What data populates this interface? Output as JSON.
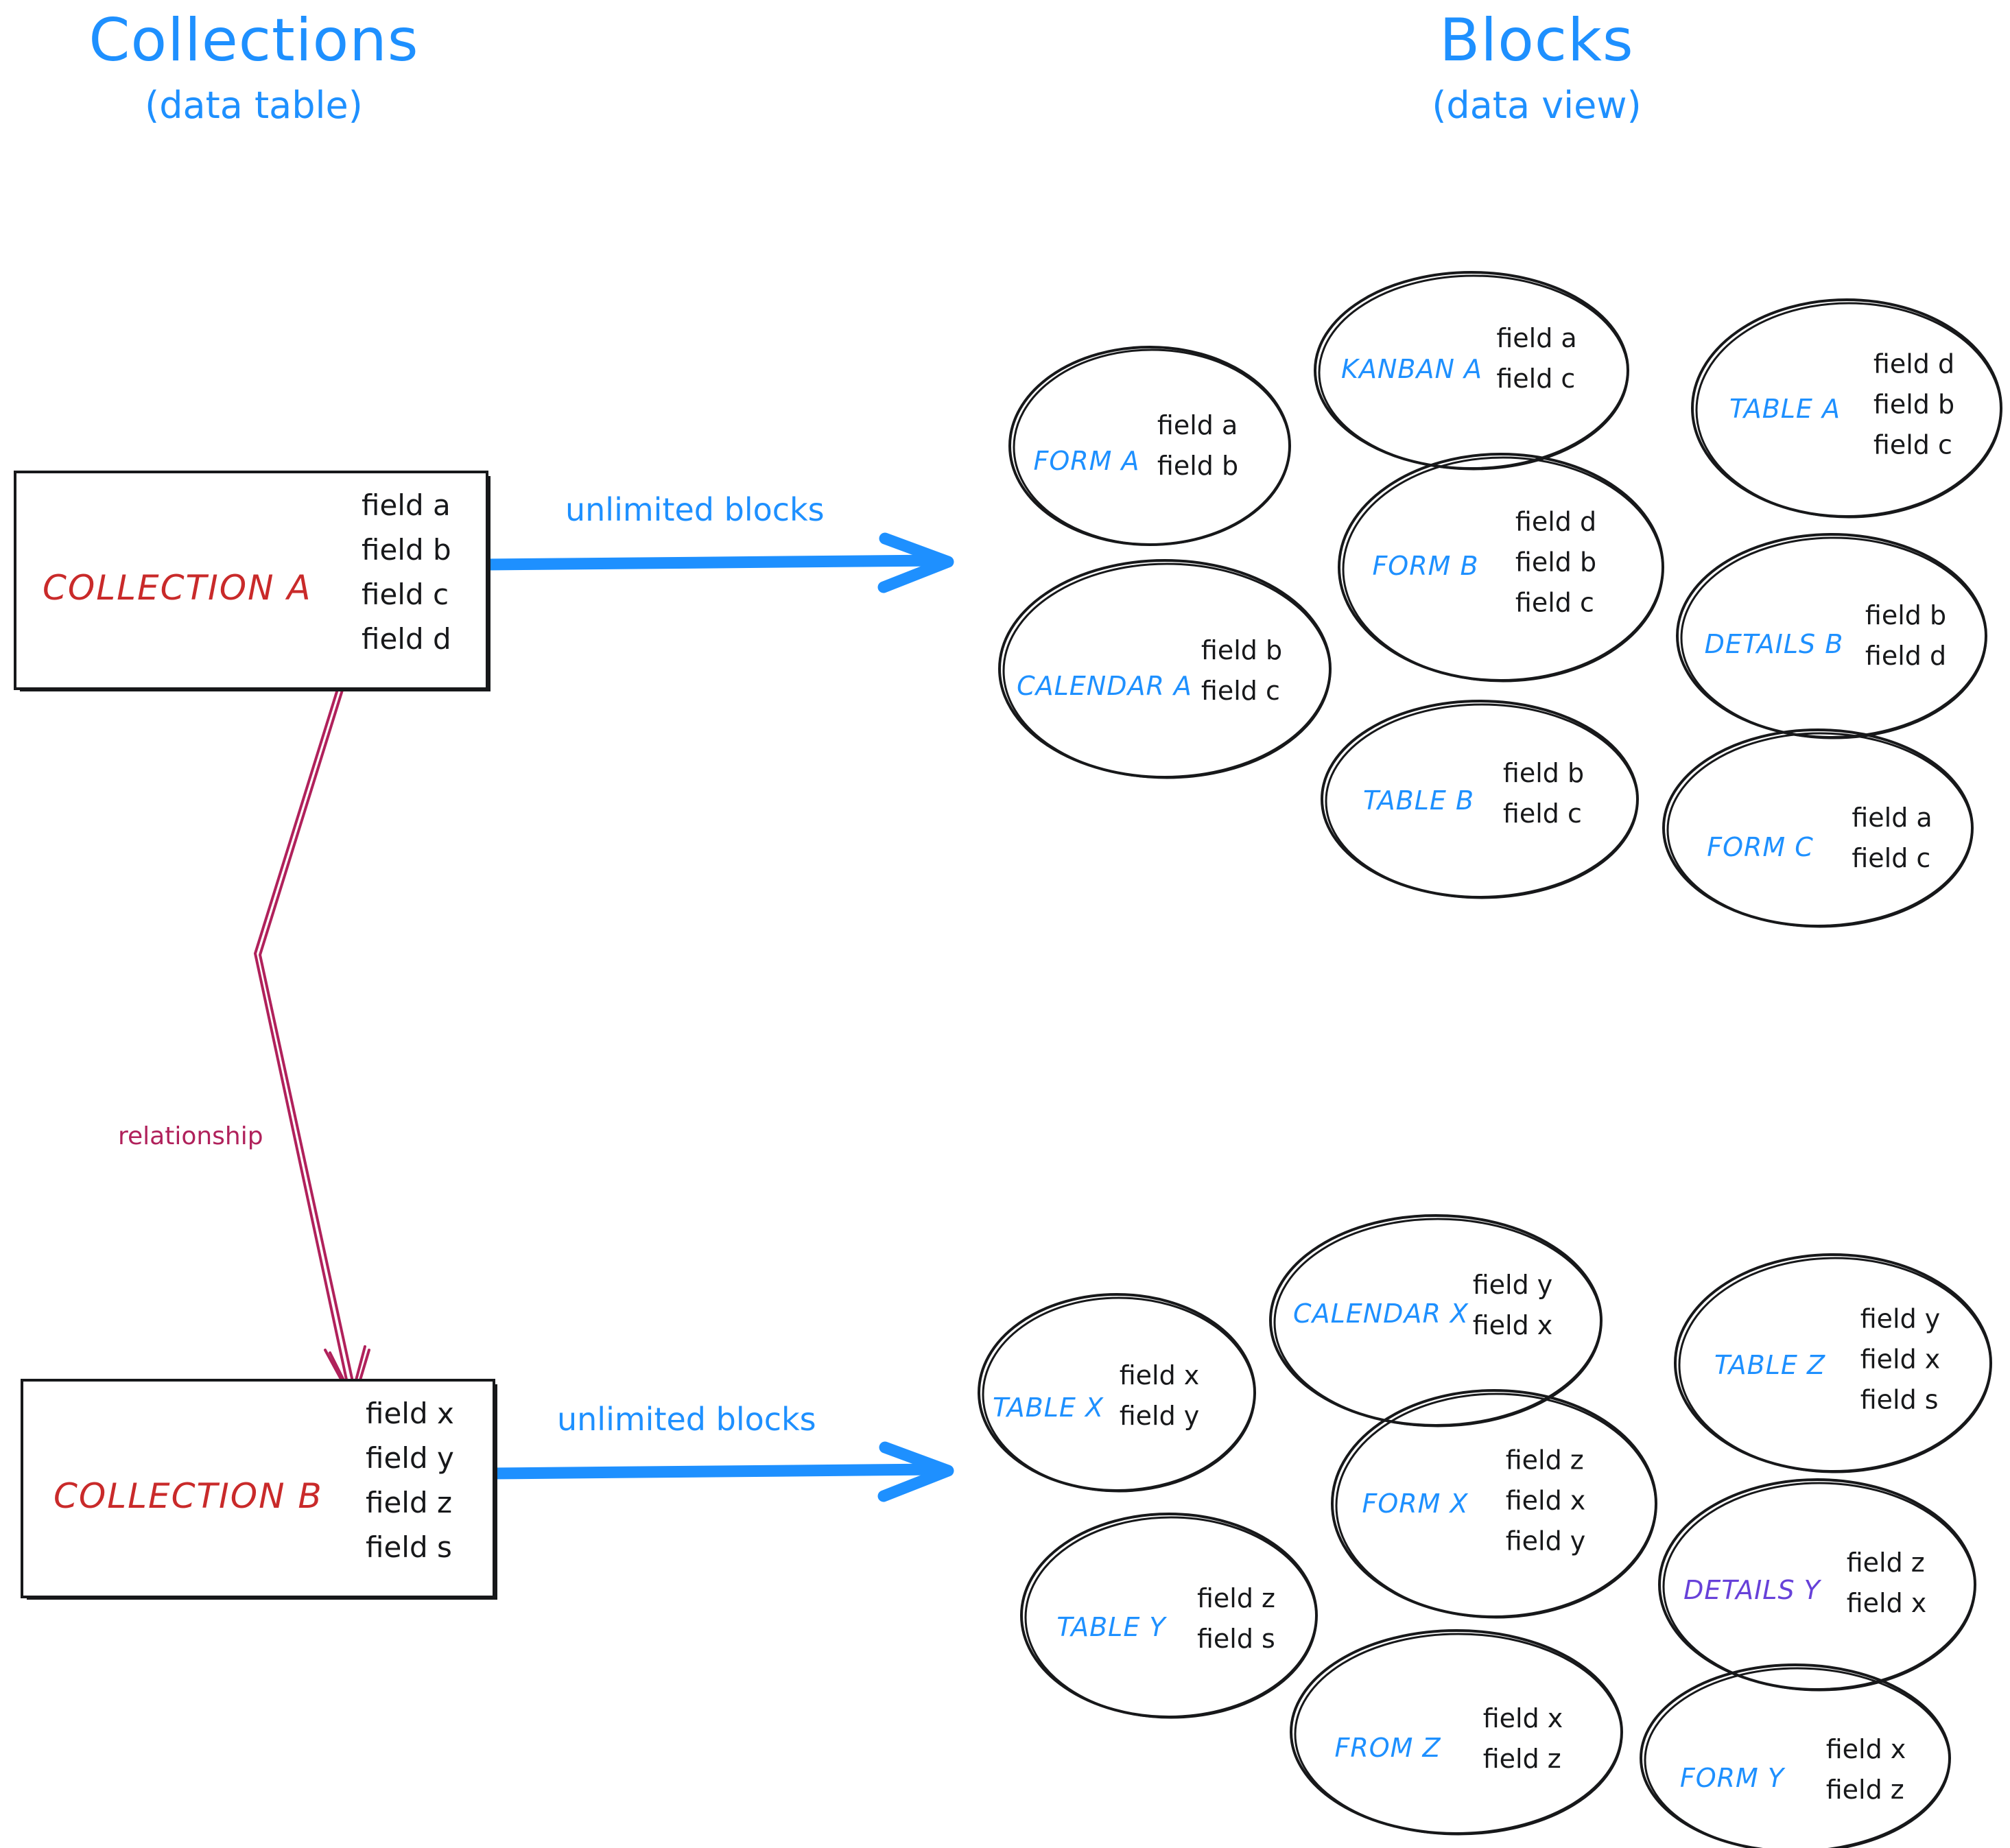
{
  "headings": {
    "left": {
      "title": "Collections",
      "subtitle": "(data table)"
    },
    "right": {
      "title": "Blocks",
      "subtitle": "(data view)"
    }
  },
  "colors": {
    "accent_blue": "#1e90ff",
    "collection_red": "#c92a2a",
    "relationship_crimson": "#b0215b",
    "details_violet": "#6741d9",
    "ink_black": "#17181a"
  },
  "collections": [
    {
      "name": "COLLECTION A",
      "fields": [
        "field a",
        "field b",
        "field c",
        "field d"
      ],
      "arrow_label": "unlimited blocks"
    },
    {
      "name": "COLLECTION B",
      "fields": [
        "field x",
        "field y",
        "field z",
        "field s"
      ],
      "arrow_label": "unlimited blocks"
    }
  ],
  "relationship": {
    "label": "relationship"
  },
  "block_groups": [
    {
      "group": "collection-a-blocks",
      "blocks": [
        {
          "name": "FORM A",
          "fields": [
            "field a",
            "field b"
          ],
          "color": "blue"
        },
        {
          "name": "KANBAN A",
          "fields": [
            "field a",
            "field c"
          ],
          "color": "blue"
        },
        {
          "name": "TABLE A",
          "fields": [
            "field d",
            "field b",
            "field c"
          ],
          "color": "blue"
        },
        {
          "name": "CALENDAR A",
          "fields": [
            "field b",
            "field c"
          ],
          "color": "blue"
        },
        {
          "name": "FORM B",
          "fields": [
            "field d",
            "field b",
            "field c"
          ],
          "color": "blue"
        },
        {
          "name": "DETAILS B",
          "fields": [
            "field b",
            "field d"
          ],
          "color": "blue"
        },
        {
          "name": "TABLE B",
          "fields": [
            "field b",
            "field c"
          ],
          "color": "blue"
        },
        {
          "name": "FORM C",
          "fields": [
            "field a",
            "field c"
          ],
          "color": "blue"
        }
      ]
    },
    {
      "group": "collection-b-blocks",
      "blocks": [
        {
          "name": "TABLE X",
          "fields": [
            "field x",
            "field y"
          ],
          "color": "blue"
        },
        {
          "name": "CALENDAR X",
          "fields": [
            "field y",
            "field x"
          ],
          "color": "blue"
        },
        {
          "name": "TABLE Z",
          "fields": [
            "field y",
            "field x",
            "field s"
          ],
          "color": "blue"
        },
        {
          "name": "TABLE Y",
          "fields": [
            "field z",
            "field s"
          ],
          "color": "blue"
        },
        {
          "name": "FORM X",
          "fields": [
            "field z",
            "field x",
            "field y"
          ],
          "color": "blue"
        },
        {
          "name": "DETAILS Y",
          "fields": [
            "field z",
            "field x"
          ],
          "color": "violet"
        },
        {
          "name": "FROM Z",
          "fields": [
            "field x",
            "field z"
          ],
          "color": "blue"
        },
        {
          "name": "FORM Y",
          "fields": [
            "field x",
            "field z"
          ],
          "color": "blue"
        }
      ]
    }
  ]
}
